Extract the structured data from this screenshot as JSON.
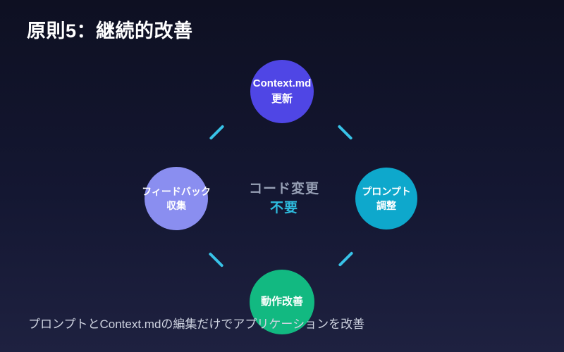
{
  "slide": {
    "title": "原則5：継続的改善",
    "caption": "プロンプトとContext.mdの編集だけでアプリケーションを改善"
  },
  "diagram": {
    "type": "cycle",
    "center": {
      "line1": "コード変更",
      "line2": "不要"
    },
    "nodes": [
      {
        "position": "top",
        "line1": "Context.md",
        "line2": "更新",
        "color": "#4f46e5"
      },
      {
        "position": "right",
        "line1": "プロンプト",
        "line2": "調整",
        "color": "#0ea8cc"
      },
      {
        "position": "bottom",
        "line1": "動作改善",
        "line2": "",
        "color": "#12b981"
      },
      {
        "position": "left",
        "line1": "フィードバック",
        "line2": "収集",
        "color": "#8a8ef0"
      }
    ],
    "flow_direction": "clockwise",
    "arrow_color": "#38c3e8"
  },
  "colors": {
    "background_top": "#0e1022",
    "background_bottom": "#1e2140",
    "title_text": "#ffffff",
    "center_muted_text": "#97a0b5",
    "center_accent_text": "#2ebcdf",
    "caption_text": "#ced3e0"
  }
}
